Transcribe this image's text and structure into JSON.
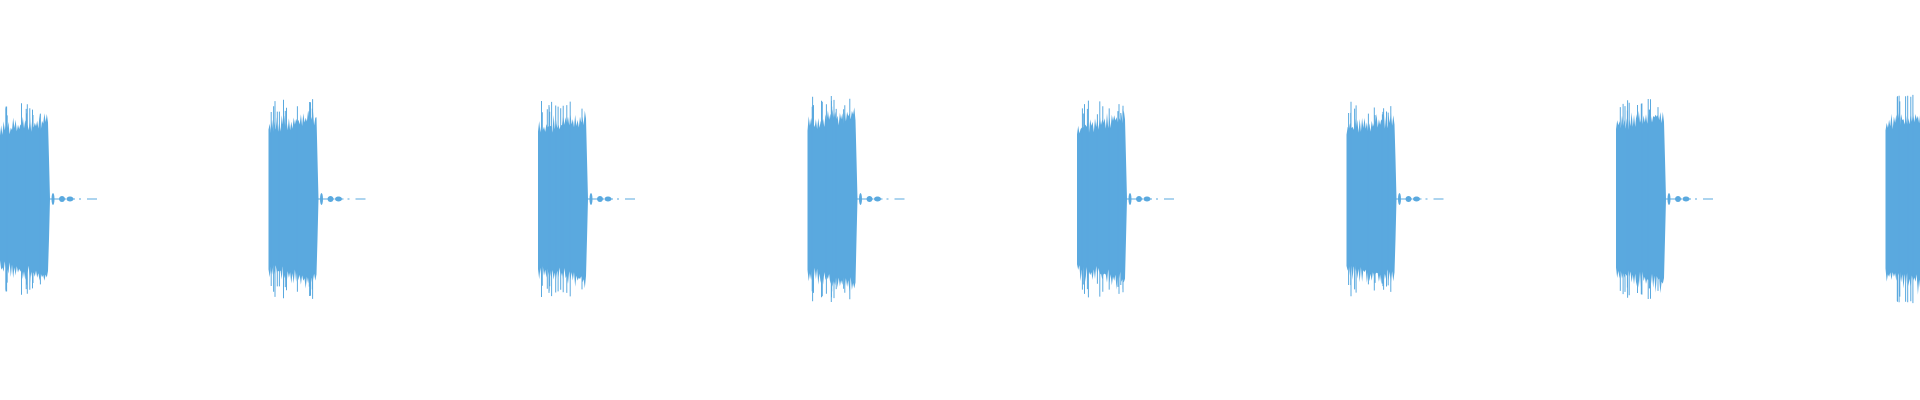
{
  "waveform": {
    "color": "#5aa9df",
    "background": "#ffffff",
    "burst_count": 8,
    "last_burst_clipped": true,
    "segments": [
      {
        "index": 1,
        "tail_markers": 3
      },
      {
        "index": 2,
        "tail_markers": 3
      },
      {
        "index": 3,
        "tail_markers": 3
      },
      {
        "index": 4,
        "tail_markers": 3
      },
      {
        "index": 5,
        "tail_markers": 3
      },
      {
        "index": 6,
        "tail_markers": 3
      },
      {
        "index": 7,
        "tail_markers": 3
      },
      {
        "index": 8,
        "tail_markers": 0
      }
    ]
  }
}
